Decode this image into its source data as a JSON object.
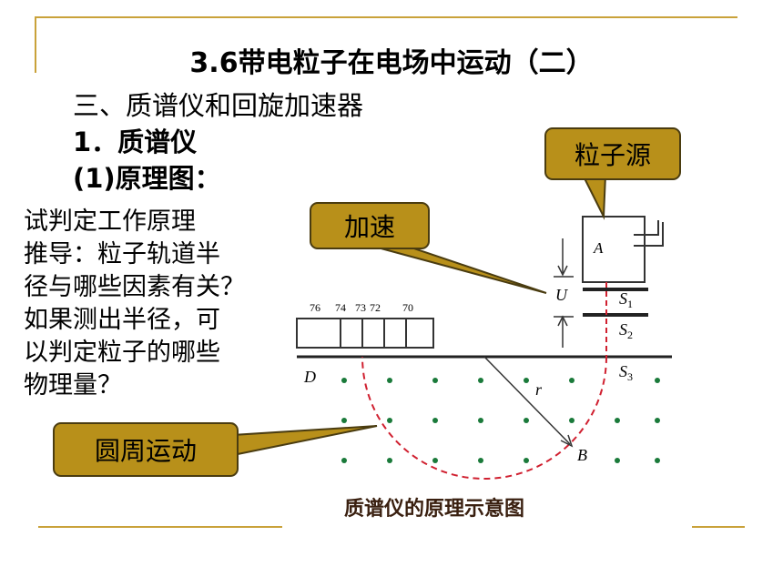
{
  "slide": {
    "title": "3.6带电粒子在电场中运动（二）",
    "section_heading": "三、质谱仪和回旋加速器",
    "subheading_1": "1．质谱仪",
    "subheading_2": "(1)原理图：",
    "question_lines": [
      "试判定工作原理",
      "推导：粒子轨道半",
      "径与哪些因素有关？",
      "如果测出半径，可",
      "以判定粒子的哪些",
      "物理量？"
    ],
    "callouts": {
      "source": "粒子源",
      "accelerate": "加速",
      "circular": "圆周运动"
    },
    "accent_color": "#c9a23a",
    "callout_color": "#b8901a"
  },
  "diagram": {
    "caption": "质谱仪的原理示意图",
    "scale_labels": [
      "76",
      "74",
      "73",
      "72",
      "70"
    ],
    "label_A": "A",
    "label_U": "U",
    "label_S1": "S",
    "sub_1": "1",
    "label_S2": "S",
    "sub_2": "2",
    "label_S3": "S",
    "sub_3": "3",
    "label_D": "D",
    "label_r": "r",
    "label_B": "B",
    "field_dot_color": "#1a7a3a",
    "path_color": "#d02030"
  }
}
